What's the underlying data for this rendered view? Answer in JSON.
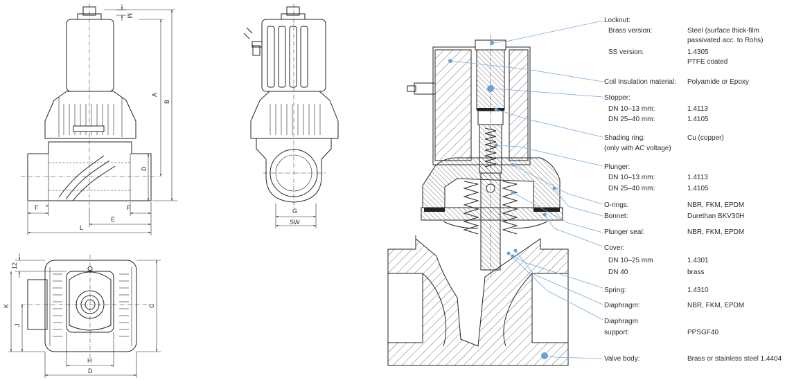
{
  "dimensions": {
    "front": [
      "M",
      "A",
      "B",
      "D",
      "F",
      "F",
      "E",
      "L",
      "*"
    ],
    "side": [
      "G",
      "SW"
    ],
    "top": [
      "12",
      "K",
      "J",
      "C",
      "H",
      "D"
    ]
  },
  "parts": [
    {
      "name": "Locknut:",
      "sub": [
        {
          "label": "Brass version:",
          "values": [
            "Steel (surface thick-film",
            "passivated acc. to Rohs)"
          ]
        },
        {
          "label": "SS version:",
          "values": [
            "1.4305",
            "PTFE coated"
          ]
        }
      ]
    },
    {
      "name": "Coil Insulation material:",
      "values": [
        "Polyamide or Epoxy"
      ]
    },
    {
      "name": "Stopper:",
      "sub": [
        {
          "label": "DN 10–13 mm:",
          "values": [
            "1.4113"
          ]
        },
        {
          "label": "DN 25–40 mm:",
          "values": [
            "1.4105"
          ]
        }
      ]
    },
    {
      "name": "Shading ring:",
      "name2": "(only with AC voltage)",
      "values": [
        "Cu (copper)"
      ]
    },
    {
      "name": "Plunger:",
      "sub": [
        {
          "label": "DN 10–13 mm:",
          "values": [
            "1.4113"
          ]
        },
        {
          "label": "DN 25–40 mm:",
          "values": [
            "1.4105"
          ]
        }
      ]
    },
    {
      "name": "O-rings:",
      "values": [
        "NBR, FKM, EPDM"
      ]
    },
    {
      "name": "Bonnet:",
      "values": [
        "Durethan BKV30H"
      ]
    },
    {
      "name": "Plunger seal:",
      "values": [
        "NBR, FKM, EPDM"
      ]
    },
    {
      "name": "Cover:",
      "sub": [
        {
          "label": "DN 10–25 mm",
          "values": [
            "1.4301"
          ]
        },
        {
          "label": "DN 40",
          "values": [
            "brass"
          ]
        }
      ]
    },
    {
      "name": "Spring:",
      "values": [
        "1.4310"
      ]
    },
    {
      "name": "Diaphragm:",
      "values": [
        "NBR, FKM, EPDM"
      ]
    },
    {
      "name": "Diaphragm",
      "name2": "support:",
      "values": [
        "PPSGF40"
      ]
    },
    {
      "name": "Valve body:",
      "values": [
        "Brass or stainless steel 1.4404"
      ]
    }
  ]
}
